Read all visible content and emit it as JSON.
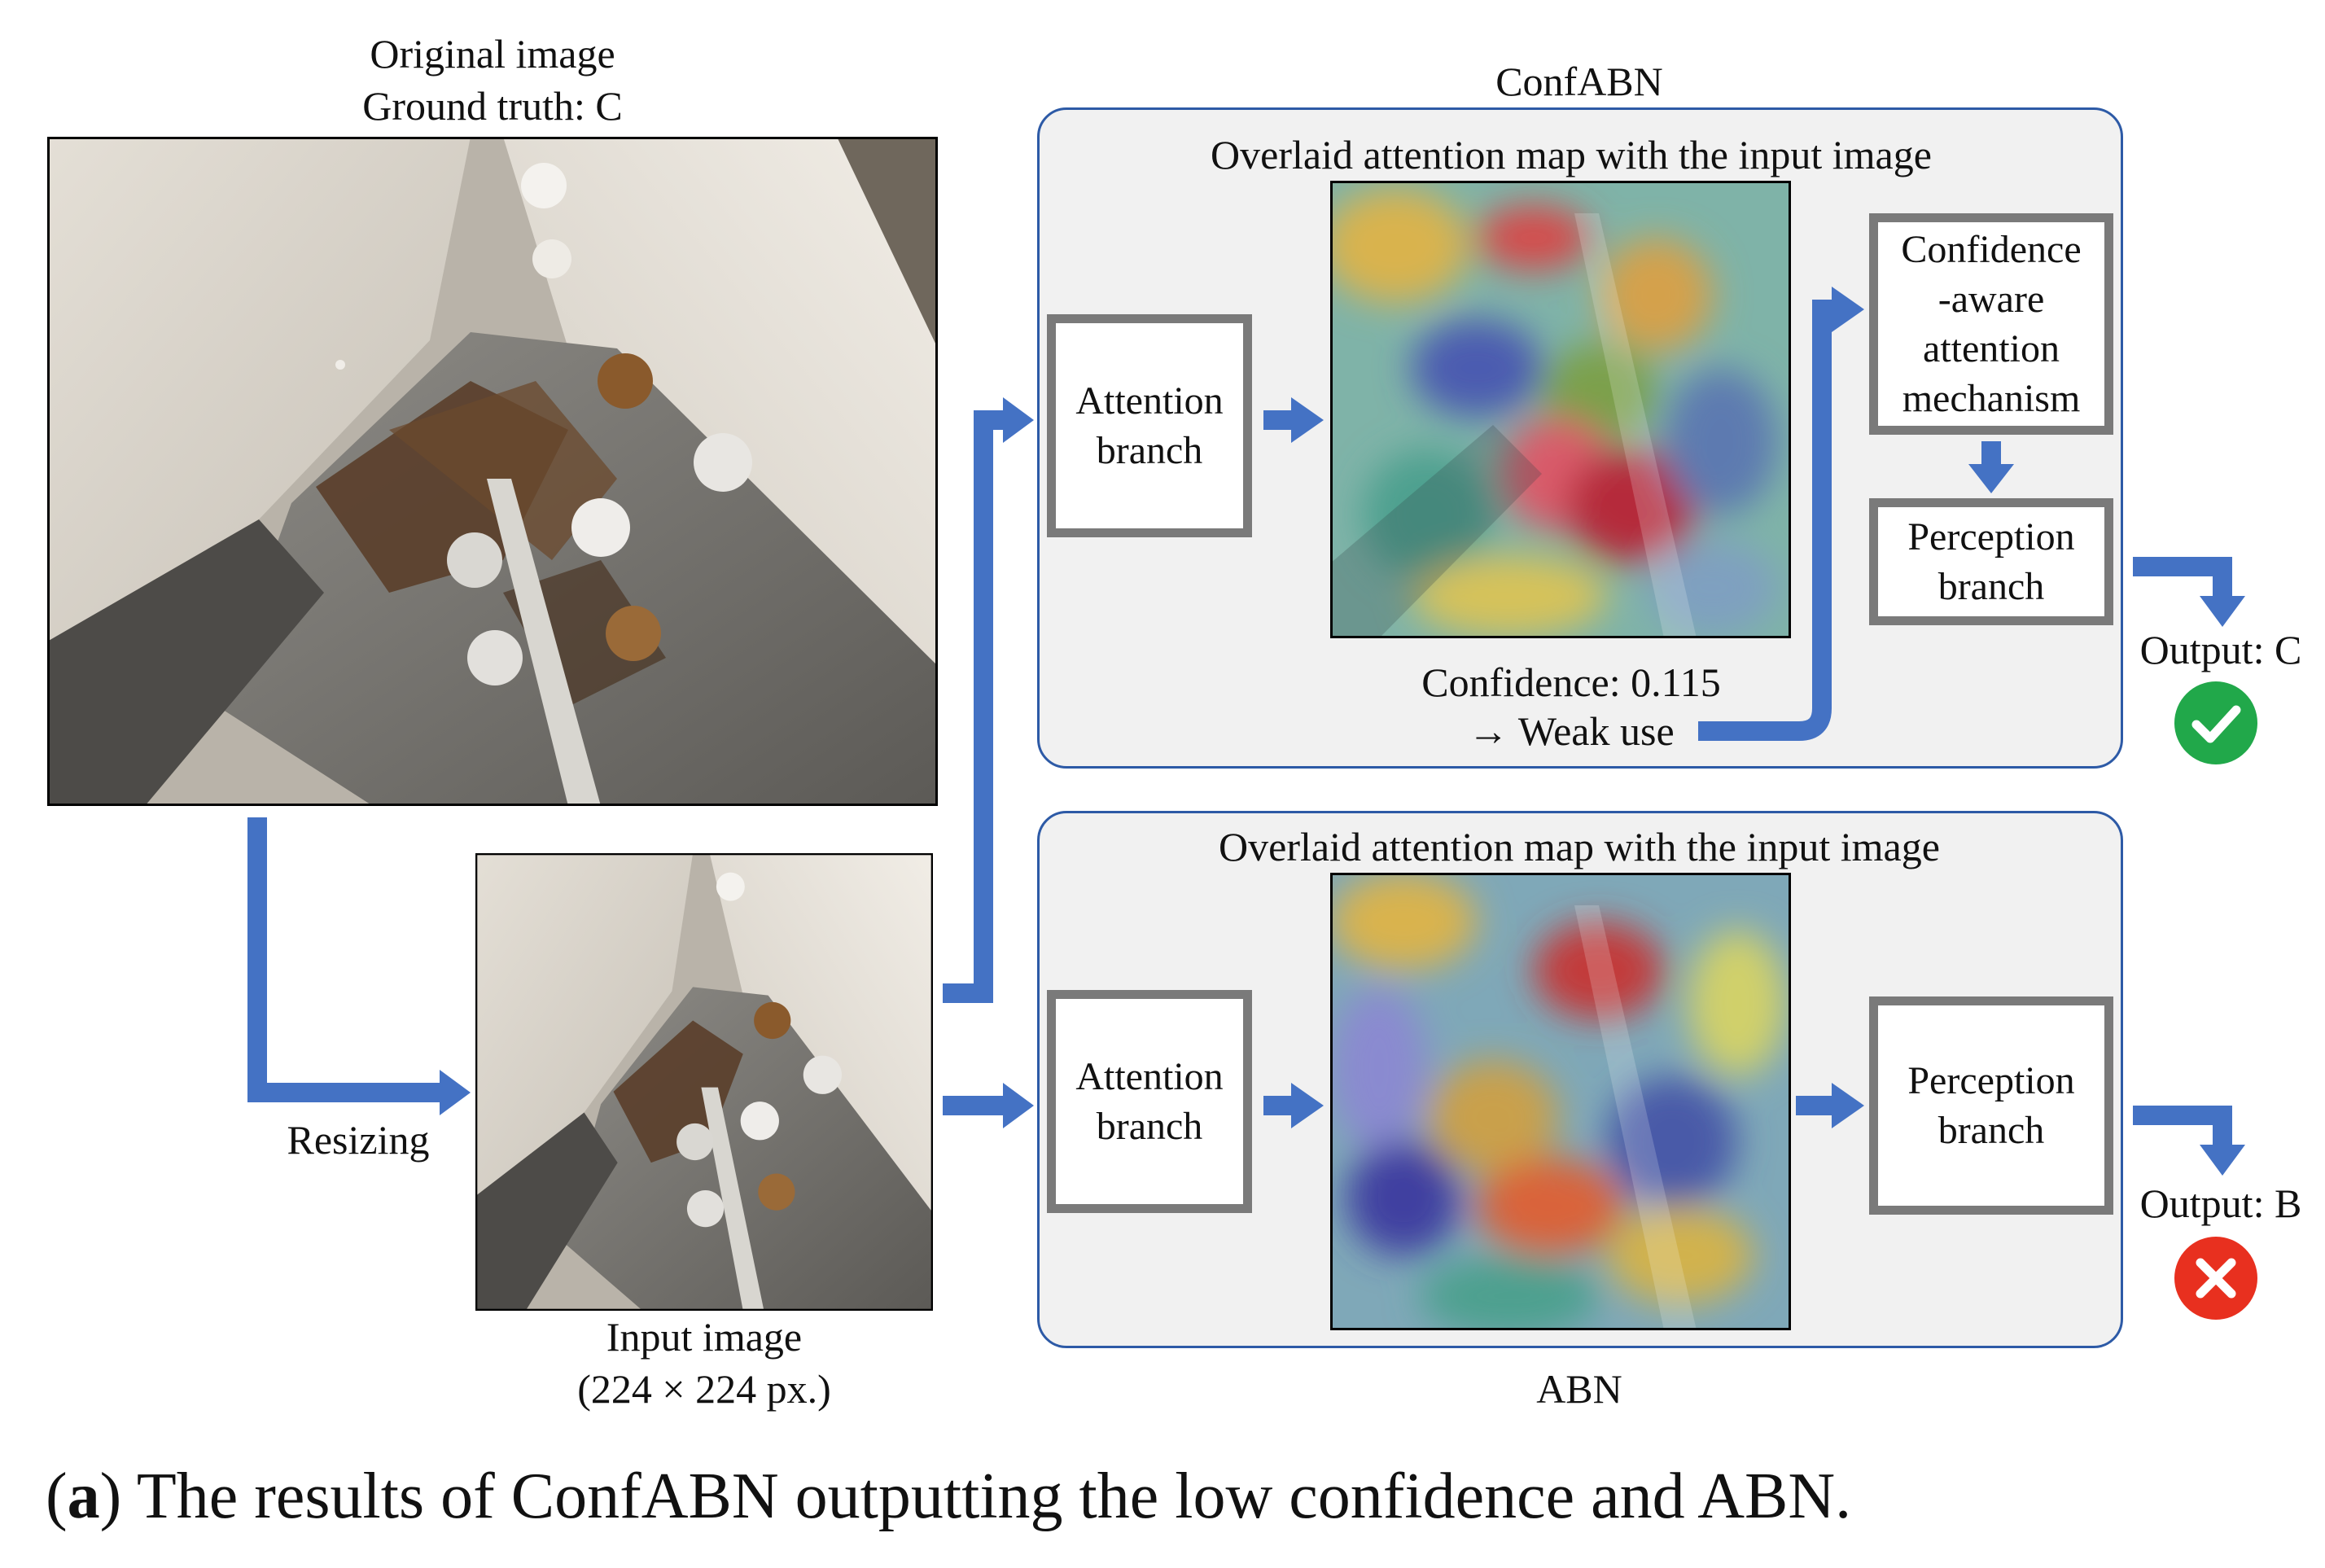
{
  "original": {
    "title": "Original image",
    "subtitle": "Ground truth: C"
  },
  "resizing_label": "Resizing",
  "input": {
    "title": "Input image",
    "subtitle": "(224 × 224 px.)"
  },
  "confabn": {
    "title": "ConfABN",
    "map_title": "Overlaid attention map with the input image",
    "attention": "Attention\nbranch",
    "confidence_text": "Confidence: 0.115",
    "weak_use": "→ Weak use",
    "mechanism": "Confidence\n-aware\nattention\nmechanism",
    "perception": "Perception\nbranch",
    "output": "Output: C",
    "result_icon": "check-circle-icon",
    "result_color": "#21a84a"
  },
  "abn": {
    "title": "ABN",
    "map_title": "Overlaid attention map with the input image",
    "attention": "Attention\nbranch",
    "perception": "Perception\nbranch",
    "output": "Output: B",
    "result_icon": "x-circle-icon",
    "result_color": "#e8301f"
  },
  "caption": {
    "label": "a",
    "text": "The results of ConfABN outputting the low confidence and ABN."
  },
  "colors": {
    "arrow": "#4472c4",
    "panel_border": "#2d5aa6",
    "box_border": "#7a7a7a",
    "panel_fill": "#f1f1f1"
  }
}
